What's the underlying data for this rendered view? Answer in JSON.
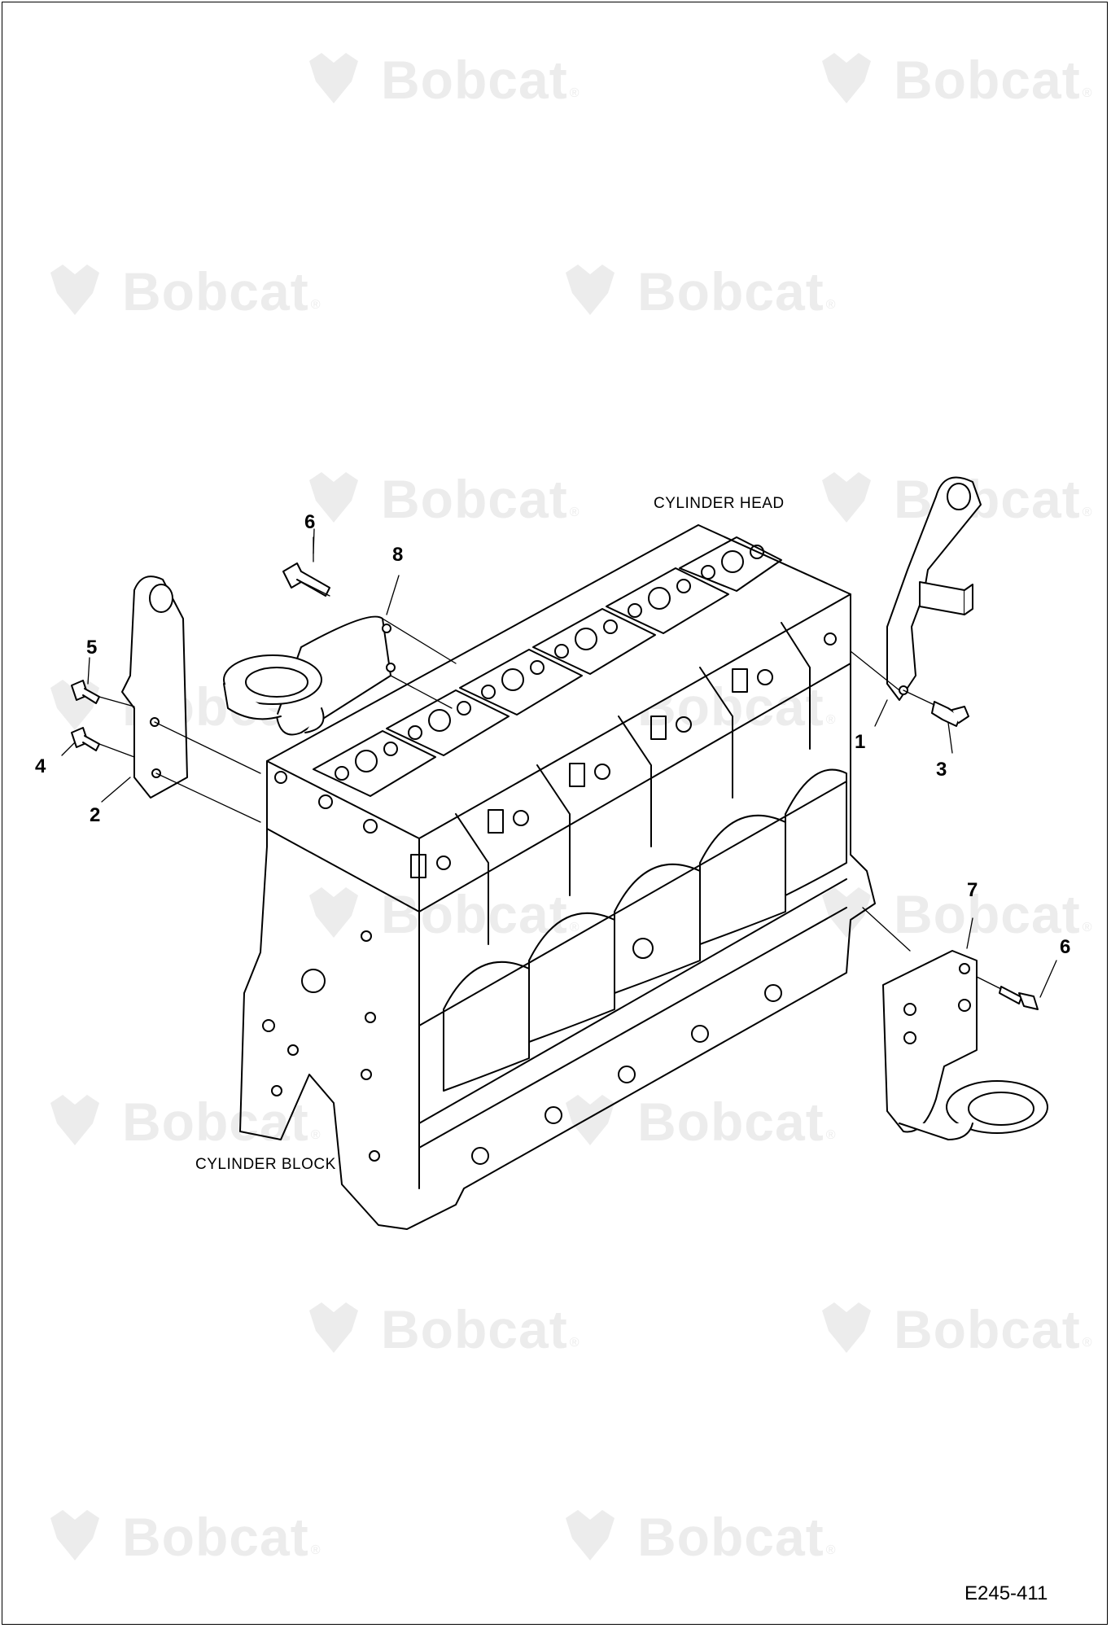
{
  "watermark": {
    "brand": "Bobcat",
    "mark": "®"
  },
  "captions": {
    "cylinder_head": "CYLINDER HEAD",
    "cylinder_block": "CYLINDER BLOCK"
  },
  "drawing_number": "E245-411",
  "callouts": {
    "c1": "1",
    "c2": "2",
    "c3": "3",
    "c4": "4",
    "c5": "5",
    "c6a": "6",
    "c6b": "6",
    "c7": "7",
    "c8": "8"
  }
}
